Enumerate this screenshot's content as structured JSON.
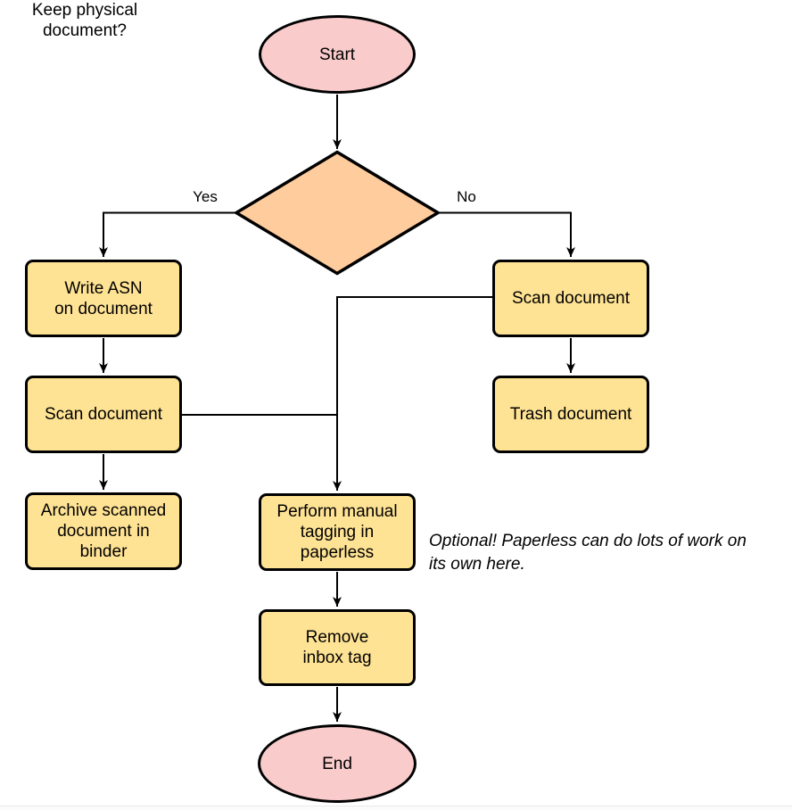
{
  "colors": {
    "background": "#FFFFFF",
    "stroke": "#000000",
    "terminator_fill": "#F9CBCB",
    "decision_fill": "#FFCC9E",
    "process_fill": "#FFE394"
  },
  "nodes": {
    "start": {
      "label": "Start"
    },
    "decision": {
      "label": "Keep physical\ndocument?"
    },
    "write_asn": {
      "label": "Write ASN\non document"
    },
    "scan_left": {
      "label": "Scan document"
    },
    "archive": {
      "label": "Archive scanned\ndocument in\nbinder"
    },
    "scan_right": {
      "label": "Scan document"
    },
    "trash": {
      "label": "Trash document"
    },
    "perform_tagging": {
      "label": "Perform manual\ntagging in\npaperless"
    },
    "remove_inbox": {
      "label": "Remove\ninbox tag"
    },
    "end": {
      "label": "End"
    }
  },
  "edge_labels": {
    "yes": "Yes",
    "no": "No"
  },
  "annotation": {
    "text": "Optional! Paperless can do lots of work on\nits own here."
  }
}
